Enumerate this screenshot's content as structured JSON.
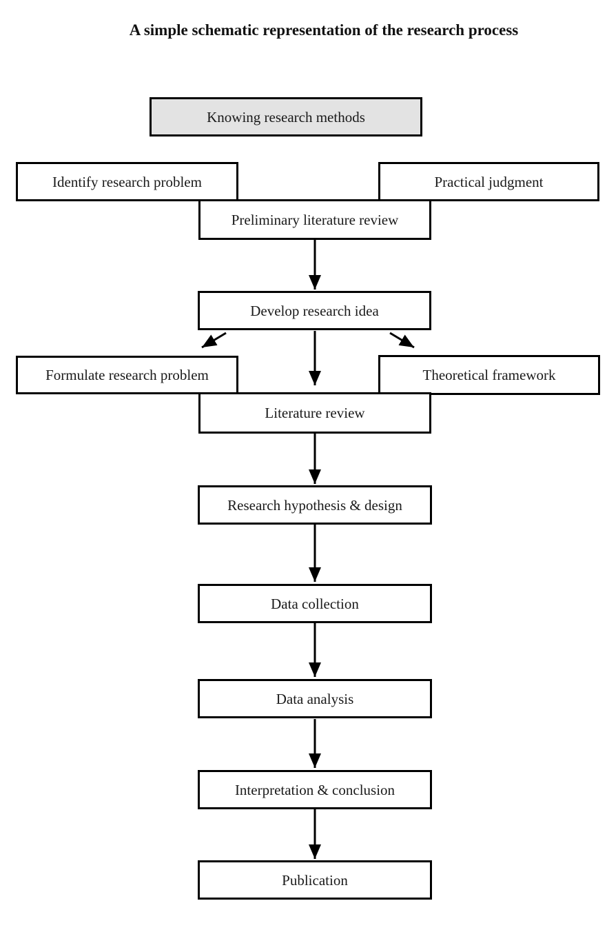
{
  "title": "A simple schematic representation of the research process",
  "diagram": {
    "nodes": {
      "knowing": {
        "label": "Knowing research methods",
        "highlighted": true
      },
      "identify": {
        "label": "Identify research problem"
      },
      "practical": {
        "label": "Practical judgment"
      },
      "preliminary": {
        "label": "Preliminary literature review"
      },
      "develop": {
        "label": "Develop research idea"
      },
      "formulate": {
        "label": "Formulate research problem"
      },
      "theoretical": {
        "label": "Theoretical framework"
      },
      "literature": {
        "label": "Literature review"
      },
      "hypothesis": {
        "label": "Research hypothesis & design"
      },
      "collection": {
        "label": "Data collection"
      },
      "analysis": {
        "label": "Data analysis"
      },
      "interpretation": {
        "label": "Interpretation & conclusion"
      },
      "publication": {
        "label": "Publication"
      }
    },
    "edges": [
      {
        "from": "Preliminary literature review",
        "to": "Develop research idea"
      },
      {
        "from": "Develop research idea",
        "to": "Formulate research problem"
      },
      {
        "from": "Develop research idea",
        "to": "Literature review"
      },
      {
        "from": "Develop research idea",
        "to": "Theoretical framework"
      },
      {
        "from": "Literature review",
        "to": "Research hypothesis & design"
      },
      {
        "from": "Research hypothesis & design",
        "to": "Data collection"
      },
      {
        "from": "Data collection",
        "to": "Data analysis"
      },
      {
        "from": "Data analysis",
        "to": "Interpretation & conclusion"
      },
      {
        "from": "Interpretation & conclusion",
        "to": "Publication"
      }
    ],
    "colors": {
      "highlight_fill": "#e3e3e3",
      "box_fill": "#ffffff",
      "line": "#000000"
    }
  }
}
